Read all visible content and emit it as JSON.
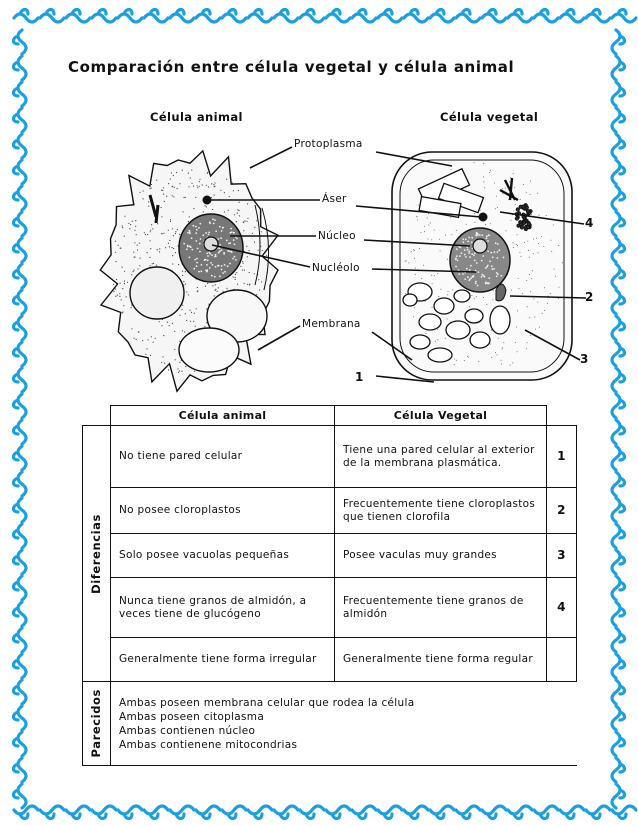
{
  "title": "Comparación entre célula vegetal y célula animal",
  "diagram": {
    "animal_heading": "Célula animal",
    "plant_heading": "Célula vegetal",
    "labels": {
      "protoplasma": "Protoplasma",
      "aser": "Áser",
      "nucleo": "Núcleo",
      "nucleolo": "Nucléolo",
      "membrana": "Membrana"
    },
    "numbers": [
      "1",
      "2",
      "3",
      "4"
    ]
  },
  "table": {
    "col_animal": "Célula animal",
    "col_vegetal": "Célula Vegetal",
    "group_diferencias": "Diferencias",
    "group_parecidos": "Parecidos",
    "rows": [
      {
        "animal": "No tiene pared celular",
        "vegetal": "Tiene una pared celular al exterior de la membrana plasmática.",
        "num": "1"
      },
      {
        "animal": "No posee cloroplastos",
        "vegetal": "Frecuentemente tiene cloroplastos que tienen clorofila",
        "num": "2"
      },
      {
        "animal": "Solo posee vacuolas pequeñas",
        "vegetal": "Posee vaculas muy grandes",
        "num": "3"
      },
      {
        "animal": "Nunca tiene granos de almidón, a veces tiene de glucógeno",
        "vegetal": "Frecuentemente tiene granos de almidón",
        "num": "4"
      },
      {
        "animal": "Generalmente tiene forma irregular",
        "vegetal": "Generalmente tiene forma regular",
        "num": ""
      }
    ],
    "parecidos": [
      "Ambas poseen membrana celular que rodea la célula",
      "Ambas poseen citoplasma",
      "Ambas contienen núcleo",
      "Ambas contienene mitocondrias"
    ]
  },
  "colors": {
    "border": "#1a9fe0",
    "ink": "#111111"
  }
}
